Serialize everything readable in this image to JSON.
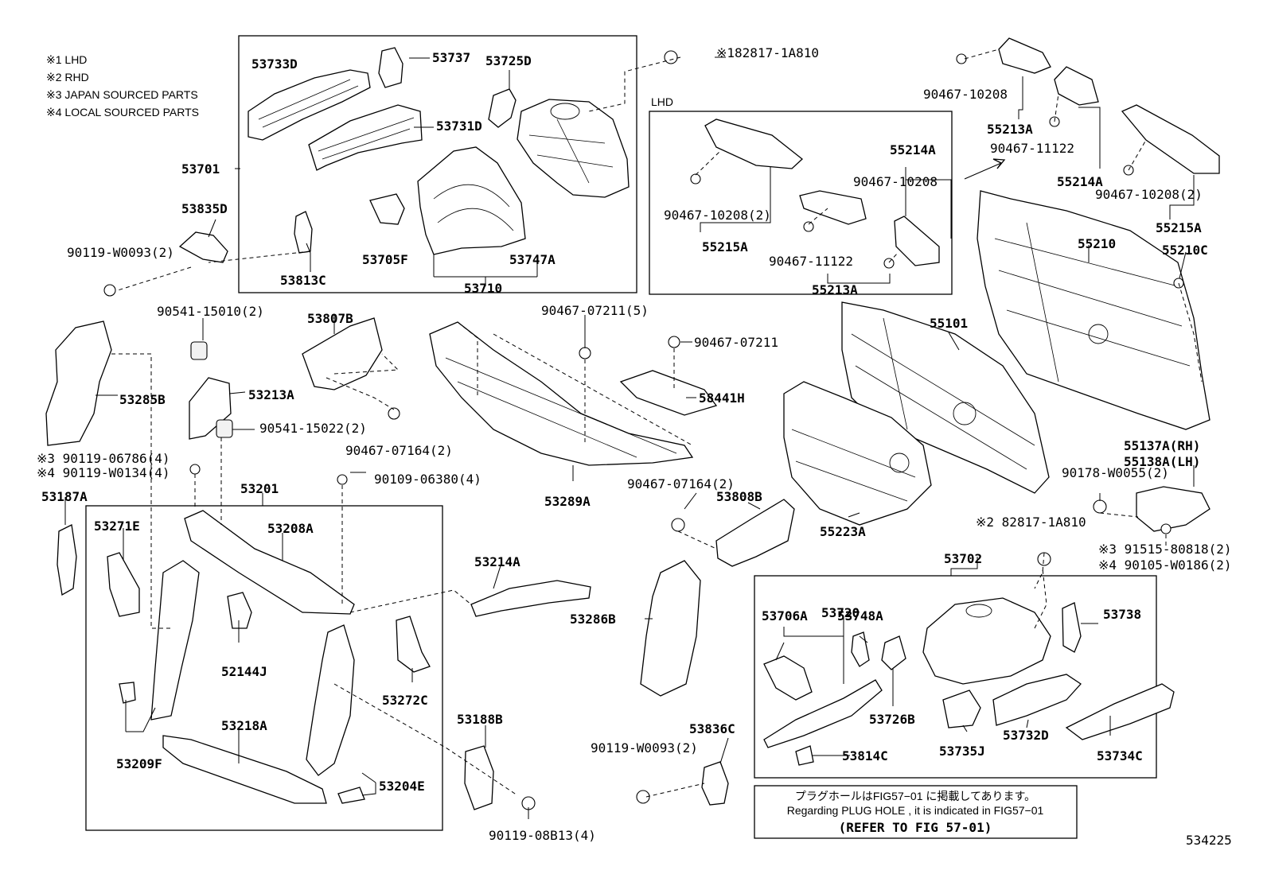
{
  "legend": {
    "items": [
      "※1 LHD",
      "※2 RHD",
      "※3 JAPAN SOURCED PARTS",
      "※4 LOCAL SOURCED PARTS"
    ]
  },
  "groups": {
    "lhd_title": "LHD"
  },
  "parts": {
    "p53733D": "53733D",
    "p53737": "53737",
    "p53725D": "53725D",
    "p53731D": "53731D",
    "p53701": "53701",
    "p53705F": "53705F",
    "p53747A": "53747A",
    "p53710": "53710",
    "p53835D": "53835D",
    "p90119W0093_top": "90119-W0093(2)",
    "p53813C": "53813C",
    "p182817": "※182817-1A810",
    "p90467_10208_a": "90467-10208",
    "p55213A_a": "55213A",
    "p90467_11122_a": "90467-11122",
    "p55214A_a": "55214A",
    "p90467_10208_2a": "90467-10208(2)",
    "p55215A_a": "55215A",
    "p55210": "55210",
    "p55210C": "55210C",
    "p55214A_b": "55214A",
    "p90467_10208_b": "90467-10208",
    "p90467_10208_2b": "90467-10208(2)",
    "p55215A_b": "55215A",
    "p90467_11122_b": "90467-11122",
    "p55213A_b": "55213A",
    "p90541_15010": "90541-15010(2)",
    "p53807B": "53807B",
    "p90467_07211_5": "90467-07211(5)",
    "p90467_07211": "90467-07211",
    "p58441H": "58441H",
    "p55101": "55101",
    "p53285B": "53285B",
    "p53213A": "53213A",
    "p90541_15022": "90541-15022(2)",
    "p90467_07164_a": "90467-07164(2)",
    "p90119_06786": "※3 90119-06786(4)",
    "p90119_W0134": "※4 90119-W0134(4)",
    "p90109_06380": "90109-06380(4)",
    "p53187A": "53187A",
    "p53201": "53201",
    "p53271E": "53271E",
    "p53208A": "53208A",
    "p53289A": "53289A",
    "p90467_07164_b": "90467-07164(2)",
    "p53808B": "53808B",
    "p55223A": "55223A",
    "p55137A": "55137A(RH)",
    "p55138A": "55138A(LH)",
    "p90178": "90178-W0055(2)",
    "p282817": "※2 82817-1A810",
    "p91515": "※3 91515-80818(2)",
    "p90105": "※4 90105-W0186(2)",
    "p53214A": "53214A",
    "p53286B": "53286B",
    "p52144J": "52144J",
    "p53272C": "53272C",
    "p53209F": "53209F",
    "p53218A": "53218A",
    "p53204E": "53204E",
    "p53188B": "53188B",
    "p90119_08B13": "90119-08B13(4)",
    "p53836C": "53836C",
    "p90119W0093_bot": "90119-W0093(2)",
    "p53814C": "53814C",
    "p53702": "53702",
    "p53720": "53720",
    "p53706A": "53706A",
    "p53748A": "53748A",
    "p53738": "53738",
    "p53726B": "53726B",
    "p53735J": "53735J",
    "p53732D": "53732D",
    "p53734C": "53734C"
  },
  "note": {
    "line1": "プラグホールはFIG57−01 に掲載してあります。",
    "line2": "Regarding PLUG HOLE , it is indicated in FIG57−01",
    "line3": "(REFER TO FIG 57-01)"
  },
  "figure_id": "534225"
}
